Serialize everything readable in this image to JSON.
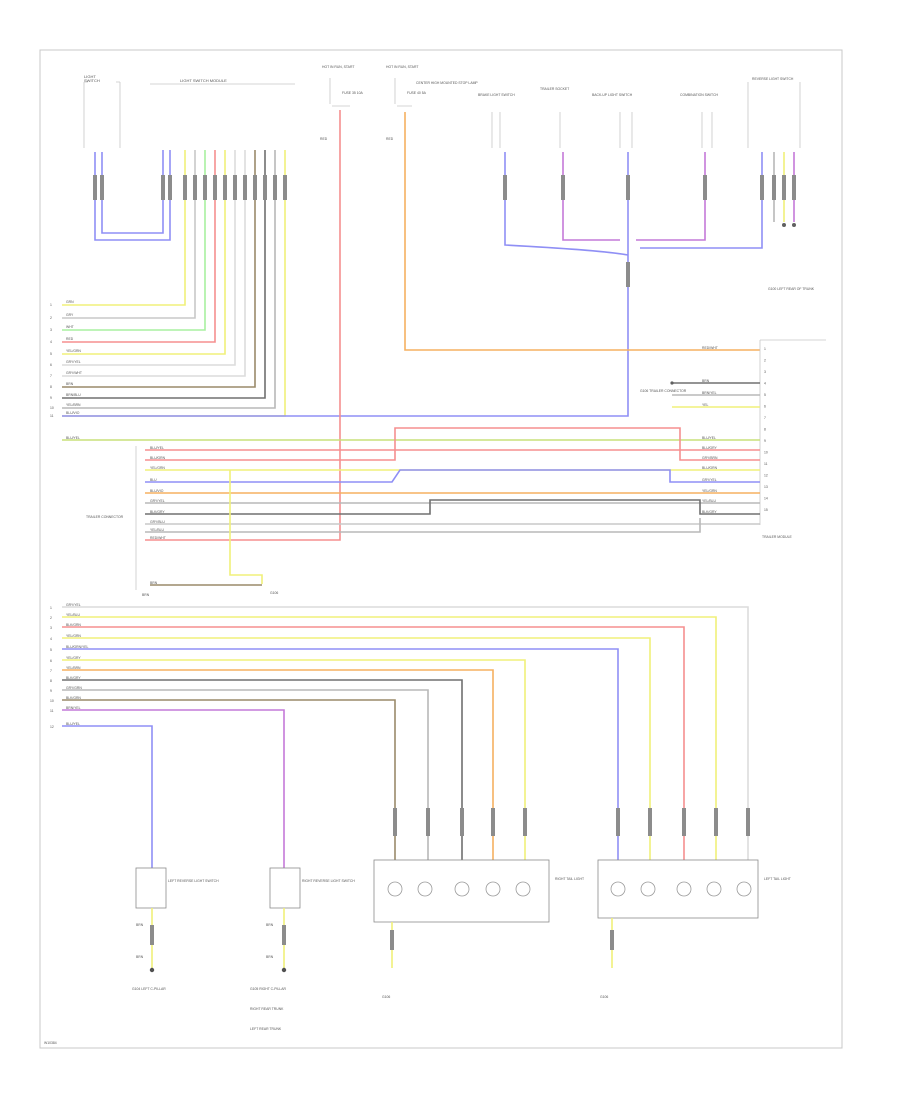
{
  "diagram": {
    "footer_code": "W10384",
    "top_labels": {
      "light_module": "LIGHT SWITCH MODULE",
      "hot_run_a": "HOT IN RUN, START",
      "hot_run_b": "HOT IN RUN, START",
      "fuse_a": "FUSE 35 10A",
      "fuse_b": "FUSE 40 5A",
      "right_bus": "CENTER HIGH MOUNTED STOP LAMP",
      "comp1": "BRAKE LIGHT SWITCH",
      "comp2": "TRAILER SOCKET",
      "comp3": "BACK-UP LIGHT SWITCH",
      "comp4": "COMBINATION SWITCH",
      "comp5": "REVERSE LIGHT SWITCH",
      "g_right": "G100 LEFT REAR OF TRUNK"
    },
    "left_wires": [
      "GRN",
      "GRY",
      "WHT",
      "RED",
      "YEL/GRN",
      "GRY/YEL",
      "GRY/WHT",
      "BRN",
      "BRN/BLU",
      "YEL/BRN",
      "BLU/VIO"
    ],
    "left_pins": [
      "1",
      "2",
      "3",
      "4",
      "5",
      "6",
      "7",
      "8",
      "9",
      "10",
      "11"
    ],
    "module_wires": [
      "BLU/YEL",
      "BLU/GRN",
      "YEL/GRN",
      "BLU",
      "BLU/VIO",
      "GRY/YEL",
      "BLK/GRY",
      "GRY/BLU",
      "YEL/BLU",
      "RED/WHT",
      "BRN"
    ],
    "module_pins": [
      "1",
      "2",
      "3",
      "4",
      "5",
      "6",
      "7",
      "8",
      "9",
      "10",
      "11",
      "12",
      "13",
      "14",
      "15"
    ],
    "module_label": "TRAILER CONNECTOR",
    "trailer_module_label": "TRAILER MODULE",
    "right_wires": [
      "RED/WHT",
      "BRN",
      "BRN/YEL",
      "YEL",
      "BLU/YEL",
      "BLU/GRY",
      "GRY/BRN",
      "BLU/GRN",
      "GRY/YEL",
      "YEL/GRN",
      "YEL/BLU",
      "BLK/GRY"
    ],
    "g_mid": "G106 TRAILER CONNECTOR",
    "bus_wires": [
      "GRY/YEL",
      "YEL/BLU",
      "BLK/GRN",
      "YEL/GRN",
      "BLU/GRN/YEL",
      "YEL/GRY",
      "YEL/BRN",
      "BLK/GRY",
      "GRY/GRN",
      "BLK/GRN",
      "BRN/YEL",
      "BLU/YEL"
    ],
    "bus_pins": [
      "1",
      "2",
      "3",
      "4",
      "5",
      "6",
      "7",
      "8",
      "9",
      "10",
      "11",
      "12"
    ],
    "bottom": {
      "left_sw": "LEFT REVERSE LIGHT SWITCH",
      "right_sw": "RIGHT REVERSE LIGHT SWITCH",
      "right_tail": "RIGHT TAIL LIGHT",
      "left_tail": "LEFT TAIL LIGHT",
      "g_left": "G104 LEFT C-PILLAR",
      "g_right1": "G105 RIGHT C-PILLAR",
      "g_right2": "RIGHT REAR TRUNK",
      "g_right3": "LEFT REAR TRUNK",
      "g_tl": "G106",
      "g_tr": "G106",
      "brn": "BRN"
    }
  },
  "colors": {
    "frame": "#c8c8c8",
    "blue": "#8f8ff5",
    "red": "#f58f8f",
    "yellow": "#f0f07a",
    "green": "#a8f0a0",
    "violet": "#c47ad8",
    "gray": "#b8b8b8",
    "brown": "#9a8a6a",
    "orange": "#f5b060",
    "black": "#707070"
  }
}
